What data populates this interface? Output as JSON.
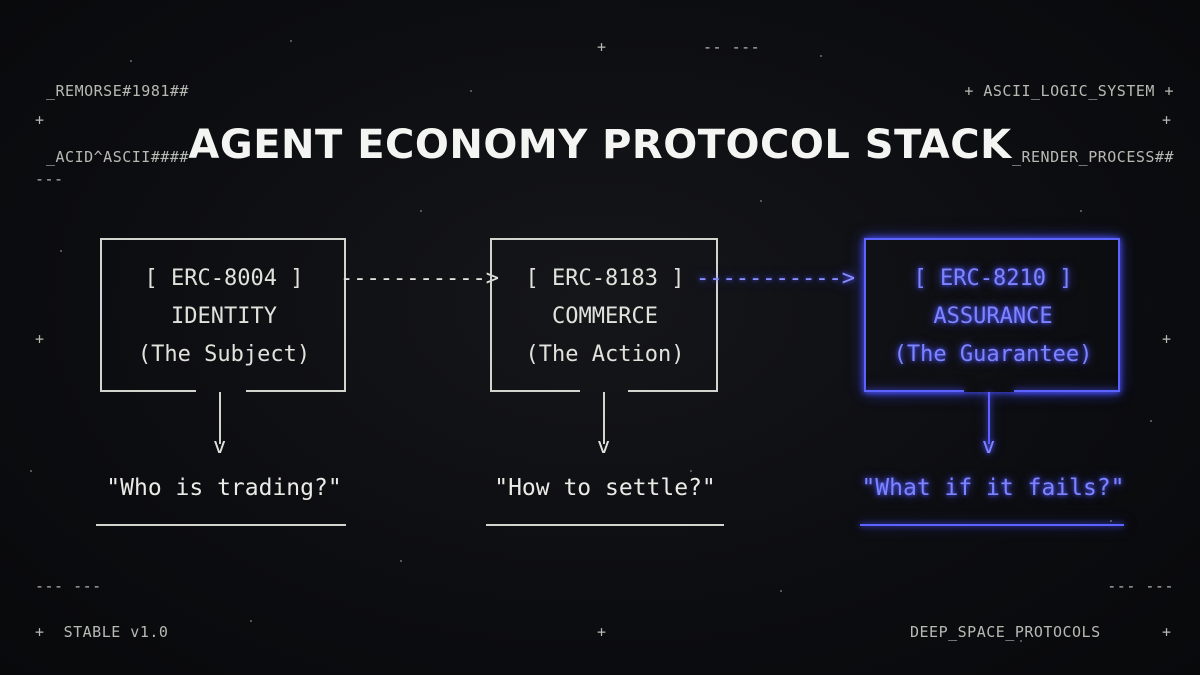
{
  "corners": {
    "top_left": [
      "_REMORSE#1981##",
      "_ACID^ASCII####"
    ],
    "top_center_plus": "+",
    "top_center_dashes": "-- ---",
    "top_right": [
      "+ ASCII_LOGIC_SYSTEM +",
      "_RENDER_PROCESS##"
    ],
    "left_dashes": "---",
    "bottom_left_dashes": "--- ---",
    "bottom_right_dashes": "--- ---",
    "bottom_left": "+  STABLE v1.0",
    "bottom_center_plus": "+",
    "bottom_right": "DEEP_SPACE_PROTOCOLS",
    "bottom_right_plus": "+",
    "plus": "+"
  },
  "title": "AGENT ECONOMY PROTOCOL STACK",
  "nodes": [
    {
      "tag": "[ ERC-8004 ]",
      "name": "IDENTITY",
      "role": "(The Subject)",
      "arrow": "v",
      "question": "\"Who is trading?\""
    },
    {
      "tag": "[ ERC-8183 ]",
      "name": "COMMERCE",
      "role": "(The Action)",
      "arrow": "v",
      "question": "\"How to settle?\""
    },
    {
      "tag": "[ ERC-8210 ]",
      "name": "ASSURANCE",
      "role": "(The Guarantee)",
      "arrow": "v",
      "question": "\"What if it fails?\""
    }
  ],
  "connectors": [
    "----------->",
    "----------->"
  ],
  "colors": {
    "accent_glow": "#5d63ff",
    "text": "#e2e2dd",
    "background": "#0c0d10"
  }
}
